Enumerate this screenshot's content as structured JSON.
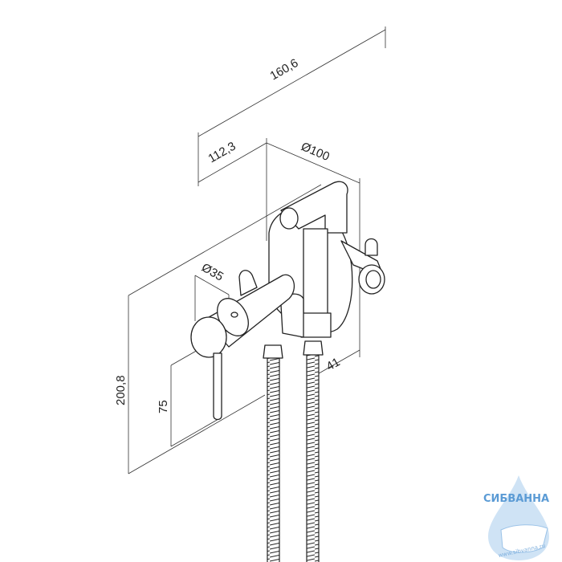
{
  "dimensions": {
    "overall_depth": "160,6",
    "outlet_depth": "112,3",
    "holder_diameter": "Ø100",
    "handle_diameter": "Ø35",
    "holder_offset": "41",
    "overall_height": "200,8",
    "handle_height": "75"
  },
  "watermark": {
    "brand": "СИБВАННА",
    "url": "www.sibvanna.ru",
    "color": "#5b9bd5"
  }
}
